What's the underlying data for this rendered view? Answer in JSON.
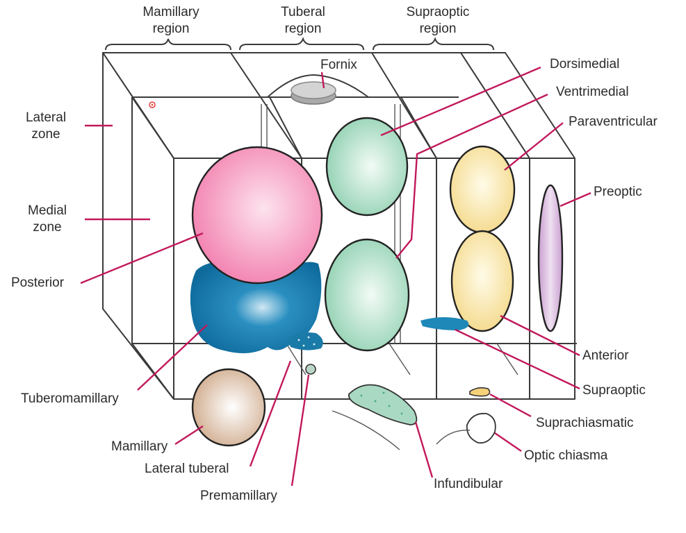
{
  "regions": {
    "mamillary": "Mamillary\nregion",
    "tuberal": "Tuberal\nregion",
    "supraoptic": "Supraoptic\nregion"
  },
  "zones": {
    "lateral": "Lateral\nzone",
    "medial": "Medial\nzone"
  },
  "labels": {
    "fornix": "Fornix",
    "dorsimedial": "Dorsimedial",
    "ventrimedial": "Ventrimedial",
    "paraventricular": "Paraventricular",
    "preoptic": "Preoptic",
    "posterior": "Posterior",
    "anterior": "Anterior",
    "supraoptic": "Supraoptic",
    "tuberomamillary": "Tuberomamillary",
    "suprachiasmatic": "Suprachiasmatic",
    "mamillary": "Mamillary",
    "optic_chiasma": "Optic chiasma",
    "lateral_tuberal": "Lateral tuberal",
    "infundibular": "Infundibular",
    "premamillary": "Premamillary"
  },
  "colors": {
    "leader": "#c2185b",
    "posterior": "#f48fb1",
    "tuberomamillary": "#1976a8",
    "dorsimedial": "#b9e3cf",
    "ventrimedial": "#9fd6bb",
    "paraventricular": "#f9e39a",
    "anterior": "#f9e39a",
    "preoptic": "#d9b8dd",
    "mamillary": "#d8b99a",
    "infundibular": "#a9d9c2",
    "suprachiasmatic": "#f5d27a",
    "fornix": "#bdbdbd"
  }
}
